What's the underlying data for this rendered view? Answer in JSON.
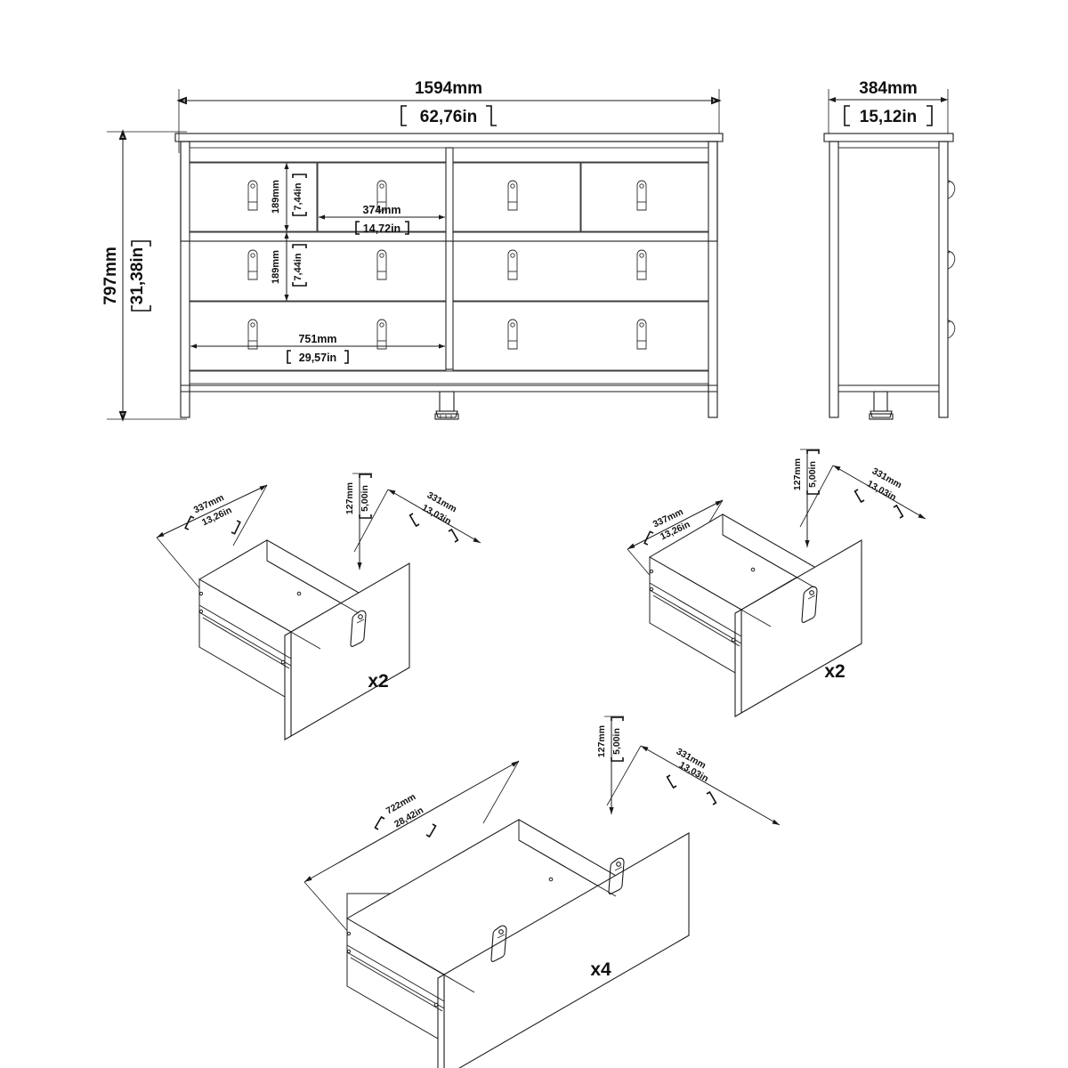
{
  "document": {
    "kind": "furniture-assembly-dimension-drawing",
    "subject": "8 drawer wide chest of drawers"
  },
  "front_view": {
    "name": "front-elevation",
    "width": {
      "mm": "1594mm",
      "in": "62,76in"
    },
    "height": {
      "mm": "797mm",
      "in": "31,38in"
    },
    "internal_dims": [
      {
        "id": "small-drawer-height",
        "mm": "189mm",
        "in": "7,44in"
      },
      {
        "id": "medium-drawer-height",
        "mm": "189mm",
        "in": "7,44in"
      },
      {
        "id": "small-drawer-width",
        "mm": "374mm",
        "in": "14,72in"
      },
      {
        "id": "wide-drawer-width",
        "mm": "751mm",
        "in": "29,57in"
      }
    ]
  },
  "side_view": {
    "name": "side-elevation",
    "depth": {
      "mm": "384mm",
      "in": "15,12in"
    }
  },
  "parts": [
    {
      "id": "drawer-small-left",
      "qty": "x2",
      "dims": [
        {
          "id": "width",
          "mm": "337mm",
          "in": "13,26in"
        },
        {
          "id": "height",
          "mm": "127mm",
          "in": "5,00in"
        },
        {
          "id": "depth",
          "mm": "331mm",
          "in": "13,03in"
        }
      ]
    },
    {
      "id": "drawer-small-right",
      "qty": "x2",
      "dims": [
        {
          "id": "width",
          "mm": "337mm",
          "in": "13,26in"
        },
        {
          "id": "height",
          "mm": "127mm",
          "in": "5,00in"
        },
        {
          "id": "depth",
          "mm": "331mm",
          "in": "13,03in"
        }
      ]
    },
    {
      "id": "drawer-wide",
      "qty": "x4",
      "dims": [
        {
          "id": "width",
          "mm": "722mm",
          "in": "28,42in"
        },
        {
          "id": "height",
          "mm": "127mm",
          "in": "5,00in"
        },
        {
          "id": "depth",
          "mm": "331mm",
          "in": "13,03in"
        }
      ]
    }
  ],
  "colors": {
    "line": "#1a1a1a",
    "text": "#111111",
    "background": "#ffffff"
  }
}
